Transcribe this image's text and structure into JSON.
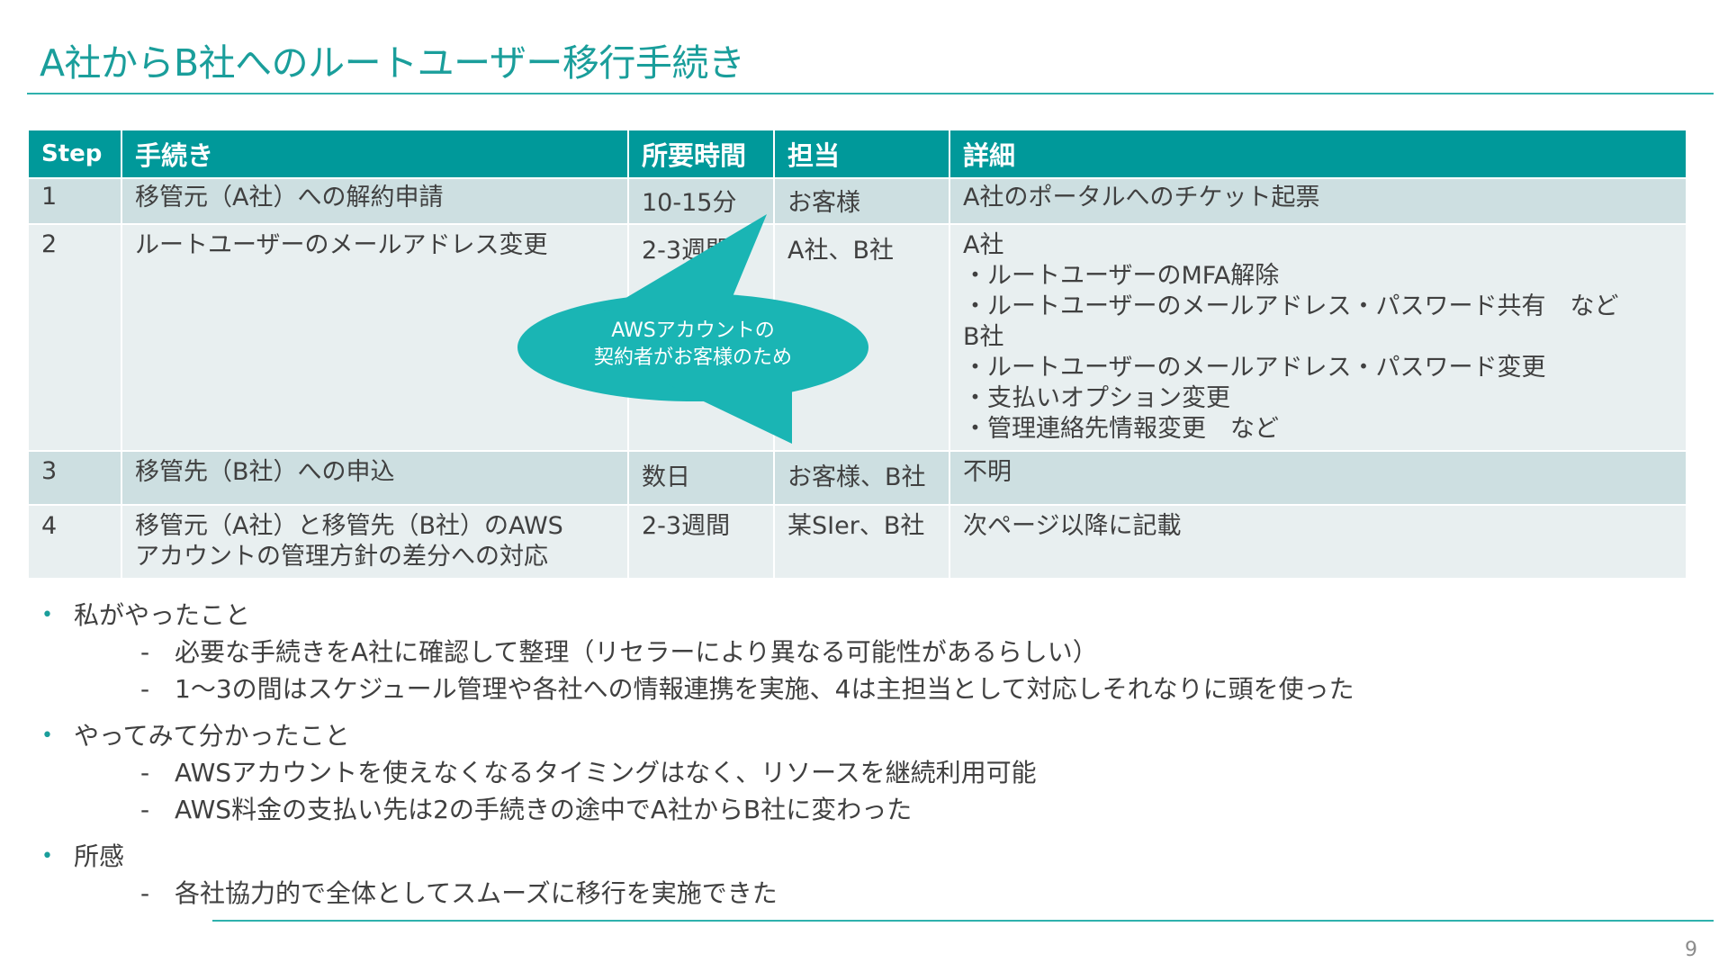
{
  "title": "A社からB社へのルートユーザー移行手続き",
  "table": {
    "headers": [
      "Step",
      "手続き",
      "所要時間",
      "担当",
      "詳細"
    ],
    "rows": [
      {
        "step": "1",
        "procedure": [
          "移管元（A社）への解約申請"
        ],
        "duration": "10-15分",
        "owner": "お客様",
        "details": [
          "A社のポータルへのチケット起票"
        ]
      },
      {
        "step": "2",
        "procedure": [
          "ルートユーザーのメールアドレス変更"
        ],
        "duration": "2-3週間",
        "owner": "A社、B社",
        "details": [
          "A社",
          "・ルートユーザーのMFA解除",
          "・ルートユーザーのメールアドレス・パスワード共有　など",
          "B社",
          "・ルートユーザーのメールアドレス・パスワード変更",
          "・支払いオプション変更",
          "・管理連絡先情報変更　など"
        ]
      },
      {
        "step": "3",
        "procedure": [
          "移管先（B社）への申込"
        ],
        "duration": "数日",
        "owner": "お客様、B社",
        "details": [
          "不明"
        ]
      },
      {
        "step": "4",
        "procedure": [
          "移管元（A社）と移管先（B社）のAWS",
          "アカウントの管理方針の差分への対応"
        ],
        "duration": "2-3週間",
        "owner": "某SIer、B社",
        "details": [
          "次ページ以降に記載"
        ]
      }
    ]
  },
  "callout": {
    "lines": [
      "AWSアカウントの",
      "契約者がお客様のため"
    ],
    "color": "#1ab5b4"
  },
  "bullets": [
    {
      "label": "私がやったこと",
      "items": [
        "必要な手続きをA社に確認して整理（リセラーにより異なる可能性があるらしい）",
        "1～3の間はスケジュール管理や各社への情報連携を実施、4は主担当として対応しそれなりに頭を使った"
      ]
    },
    {
      "label": "やってみて分かったこと",
      "items": [
        "AWSアカウントを使えなくなるタイミングはなく、リソースを継続利用可能",
        "AWS料金の支払い先は2の手続きの途中でA社からB社に変わった"
      ]
    },
    {
      "label": "所感",
      "items": [
        "各社協力的で全体としてスムーズに移行を実施できた"
      ]
    }
  ],
  "bullet_symbol": "•",
  "sub_symbol": "-",
  "page_number": "9",
  "colors": {
    "accent": "#1a9e9b",
    "header_bg": "#00999a",
    "row_odd": "#cddfe1",
    "row_even": "#e8eff0"
  }
}
